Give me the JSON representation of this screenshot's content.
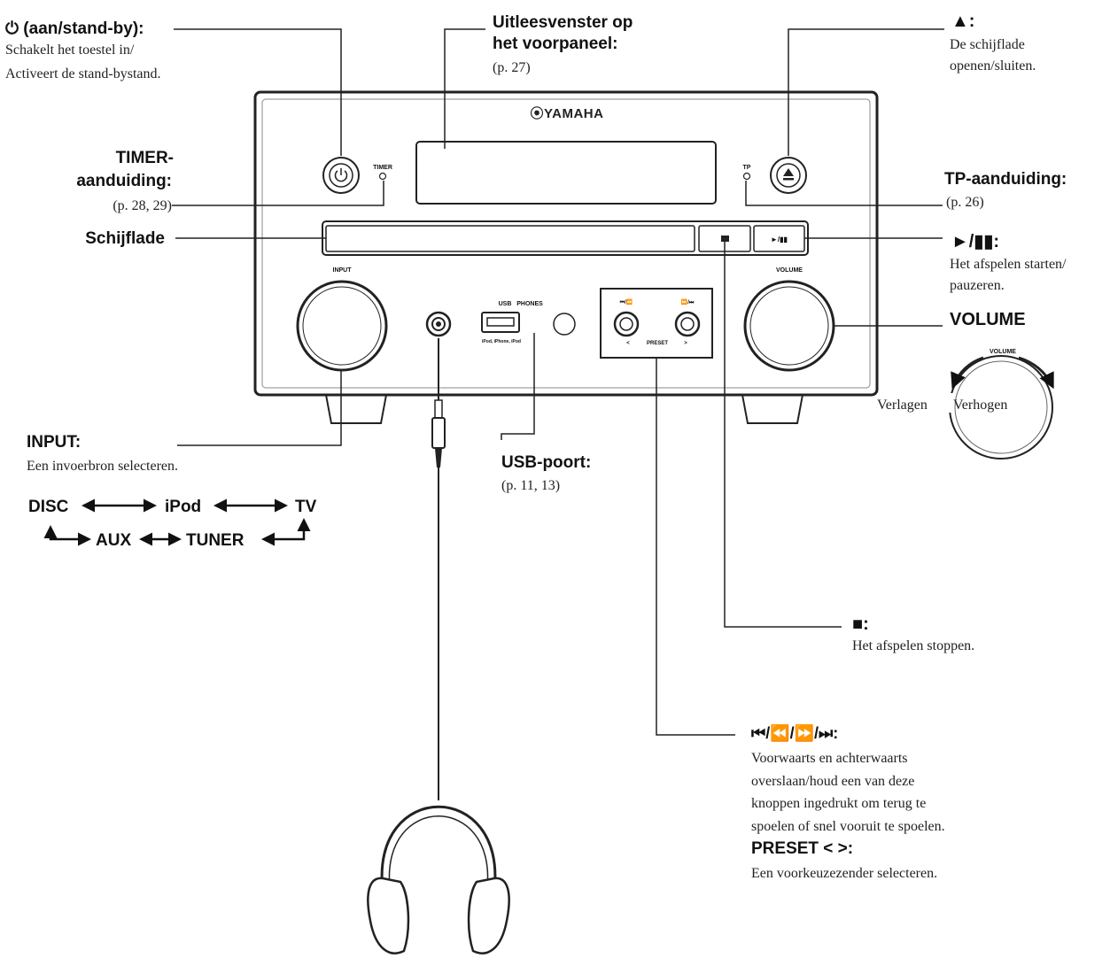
{
  "device": {
    "brand": "⦿YAMAHA",
    "labels": {
      "timer": "TIMER",
      "tp": "TP",
      "input": "INPUT",
      "volume": "VOLUME",
      "usb": "USB",
      "phones": "PHONES",
      "usb_sub": "iPod, iPhone, iPod",
      "skip_back": "⏮/⏪",
      "skip_fwd": "⏩/⏭",
      "preset": "PRESET",
      "preset_lt": "<",
      "preset_gt": ">",
      "play_btn": "►/▮▮",
      "stop_btn": "■"
    }
  },
  "callouts": {
    "power": {
      "title": "⏻ (aan/stand-by):",
      "lines": [
        "Schakelt het toestel in/",
        "Activeert de stand-bystand."
      ]
    },
    "display": {
      "title_lines": [
        "Uitleesvenster op",
        "het voorpaneel:"
      ],
      "ref": "(p. 27)"
    },
    "eject": {
      "title": "▲:",
      "lines": [
        "De schijflade",
        "openen/sluiten."
      ]
    },
    "timer": {
      "title_lines": [
        "TIMER-",
        "aanduiding:"
      ],
      "ref": "(p. 28, 29)"
    },
    "tp": {
      "title": "TP-aanduiding:",
      "ref": "(p. 26)"
    },
    "tray": {
      "title": "Schijflade"
    },
    "play": {
      "title": "►/▮▮:",
      "lines": [
        "Het afspelen starten/",
        "pauzeren."
      ]
    },
    "volume": {
      "title": "VOLUME",
      "dial_label": "VOLUME",
      "decrease": "Verlagen",
      "increase": "Verhogen"
    },
    "input": {
      "title": "INPUT:",
      "lines": [
        "Een invoerbron selecteren."
      ]
    },
    "usb_port": {
      "title": "USB-poort:",
      "ref": "(p. 11, 13)"
    },
    "stop": {
      "title": "■:",
      "lines": [
        "Het afspelen stoppen."
      ]
    },
    "skip": {
      "title": "⏮/⏪/⏩/⏭:",
      "lines": [
        "Voorwaarts en achterwaarts",
        "overslaan/houd een van deze",
        "knoppen ingedrukt om terug te",
        "spoelen of snel vooruit te spoelen."
      ],
      "preset_title": "PRESET < >:",
      "preset_line": "Een voorkeuzezender selecteren."
    }
  },
  "input_cycle": {
    "disc": "DISC",
    "ipod": "iPod",
    "tv": "TV",
    "aux": "AUX",
    "tuner": "TUNER"
  }
}
